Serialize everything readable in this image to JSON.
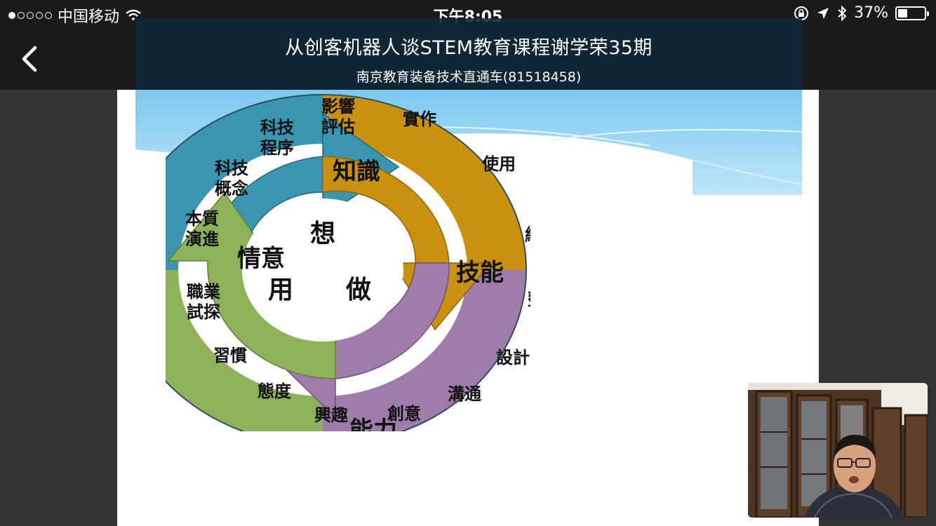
{
  "status_bar": {
    "carrier": "中国移动",
    "time": "下午8:05",
    "battery_percent": "37%",
    "battery_level": 0.37,
    "signal_bars_filled": 1,
    "signal_bars_total": 5
  },
  "header": {
    "title": "从创客机器人谈STEM教育课程谢学荣35期",
    "subtitle": "南京教育装备技术直通车(81518458)"
  },
  "diagram": {
    "center": {
      "top": "想",
      "left": "用",
      "right": "做"
    },
    "arrows": {
      "knowledge": "知識",
      "skills": "技能",
      "ability": "能力",
      "emotion": "情意"
    },
    "blue_items": [
      "影響",
      "評估",
      "科技",
      "程序",
      "科技",
      "概念",
      "本質",
      "演進"
    ],
    "gold_items": [
      "實作",
      "使用",
      "維護"
    ],
    "purple_items": [
      "整合",
      "設計",
      "溝通",
      "創意"
    ],
    "green_items": [
      "職業",
      "試探",
      "習慣",
      "態度",
      "興趣"
    ],
    "colors": {
      "blue": "#3b95b0",
      "gold": "#c9910f",
      "purple": "#a07cab",
      "green": "#8db259"
    }
  }
}
